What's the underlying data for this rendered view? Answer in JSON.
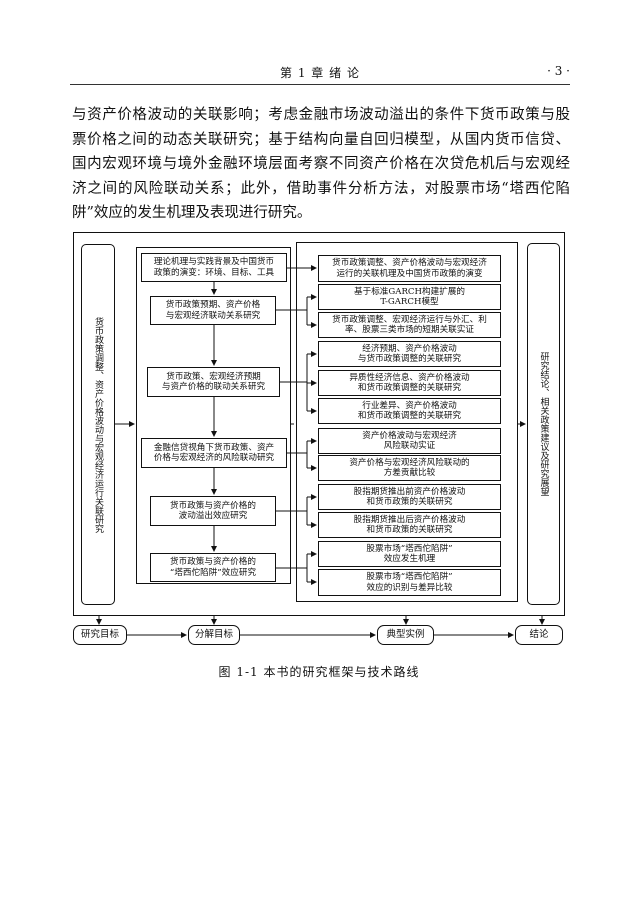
{
  "header": {
    "chapter": "第 1 章    绪        论",
    "page": "· 3 ·"
  },
  "paragraph": [
    "与资产价格波动的关联影响；考虑金融市场波动溢出的条件下货币政策与股",
    "票价格之间的动态关联研究；基于结构向量自回归模型，从国内货币信贷、",
    "国内宏观环境与境外金融环境层面考察不同资产价格在次贷危机后与宏观经",
    "济之间的风险联动关系；此外，借助事件分析方法，对股票市场“塔西佗陷",
    "阱”效应的发生机理及表现进行研究。"
  ],
  "figure": {
    "left_title": "货币政策调整、资产价格波动与宏观经济运行关联研究",
    "right_title": "研究结论、相关政策建议及研究展望",
    "middle": [
      [
        "理论机理与实践背景及中国货币",
        "政策的演变：环境、目标、工具"
      ],
      [
        "货币政策预期、资产价格",
        "与宏观经济联动关系研究"
      ],
      [
        "货币政策、宏观经济预期",
        "与资产价格的联动关系研究"
      ],
      [
        "金融信贷视角下货币政策、资产",
        "价格与宏观经济的风险联动研究"
      ],
      [
        "货币政策与资产价格的",
        "波动溢出效应研究"
      ],
      [
        "货币政策与资产价格的",
        "“塔西佗陷阱”效应研究"
      ]
    ],
    "right": [
      [
        "货币政策调整、资产价格波动与宏观经济",
        "运行的关联机理及中国货币政策的演变"
      ],
      [
        "基于标准GARCH构建扩展的",
        "T-GARCH模型"
      ],
      [
        "货币政策调整、宏观经济运行与外汇、利",
        "率、股票三类市场的短期关联实证"
      ],
      [
        "经济预期、资产价格波动",
        "与货币政策调整的关联研究"
      ],
      [
        "异质性经济信息、资产价格波动",
        "和货币政策调整的关联研究"
      ],
      [
        "行业差异、资产价格波动",
        "和货币政策调整的关联研究"
      ],
      [
        "资产价格波动与宏观经济",
        "风险联动实证"
      ],
      [
        "资产价格与宏观经济风险联动的",
        "方差贡献比较"
      ],
      [
        "股指期货推出前资产价格波动",
        "和货币政策的关联研究"
      ],
      [
        "股指期货推出后资产价格波动",
        "和货币政策的关联研究"
      ],
      [
        "股票市场“塔西佗陷阱”",
        "效应发生机理"
      ],
      [
        "股票市场“塔西佗陷阱”",
        "效应的识别与差异比较"
      ]
    ],
    "bottom": [
      "研究目标",
      "分解目标",
      "典型实例",
      "结论"
    ]
  },
  "caption": "图 1-1    本书的研究框架与技术路线"
}
